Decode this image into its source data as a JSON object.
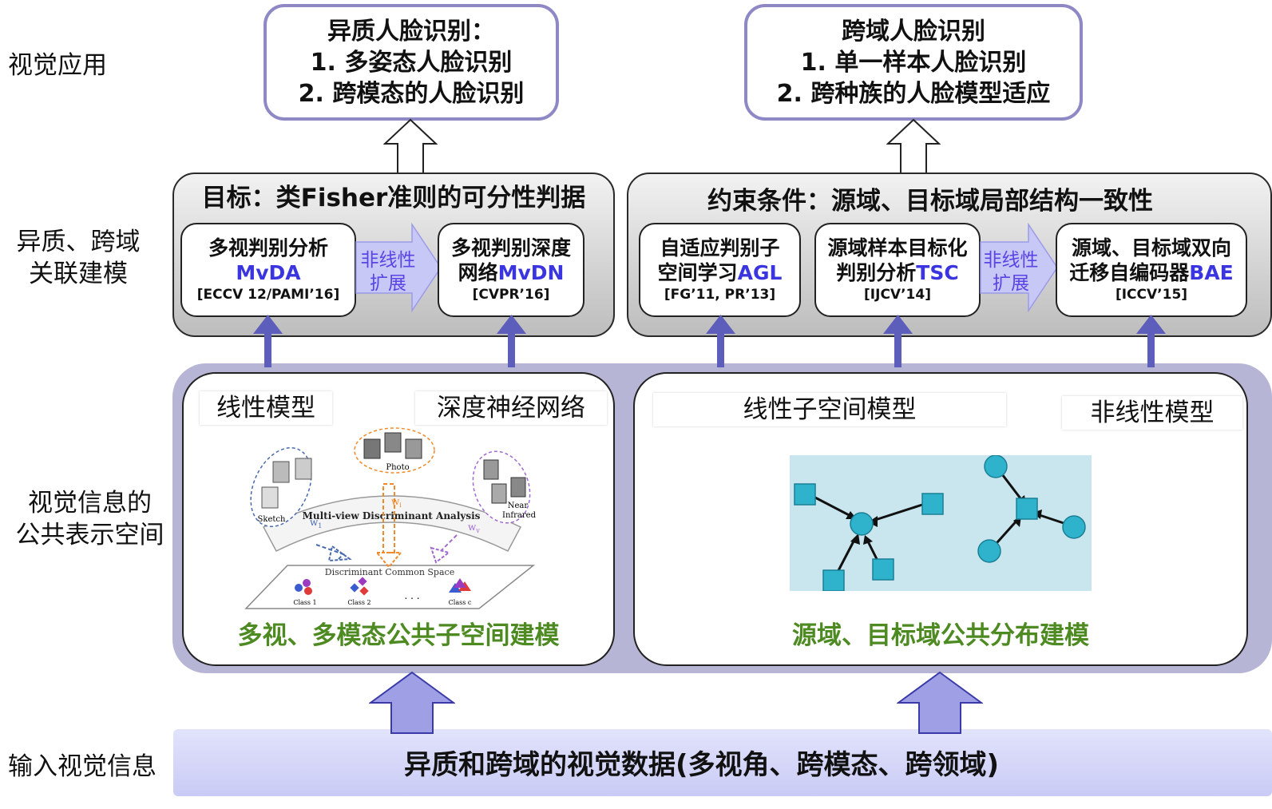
{
  "row_labels": {
    "app": "视觉应用",
    "model_line1": "异质、跨域",
    "model_line2": "关联建模",
    "space_line1": "视觉信息的",
    "space_line2": "公共表示空间",
    "input": "输入视觉信息"
  },
  "applications": [
    {
      "line1": "异质人脸识别：",
      "line2": "1. 多姿态人脸识别",
      "line3": "2. 跨模态的人脸识别"
    },
    {
      "line1": "跨域人脸识别",
      "line2": "1. 单一样本人脸识别",
      "line3": "2. 跨种族的人脸模型适应"
    }
  ],
  "left_box": {
    "title": "目标：类Fisher准则的可分性判据",
    "method1": {
      "name": "多视判别分析",
      "abbr": "MvDA",
      "ref": "[ECCV 12/PAMI’16]"
    },
    "method2": {
      "name_line1": "多视判别深度",
      "name_line2_prefix": "网络",
      "abbr": "MvDN",
      "ref": "[CVPR’16]"
    },
    "ext_line1": "非线性",
    "ext_line2": "扩展"
  },
  "right_box": {
    "title": "约束条件：源域、目标域局部结构一致性",
    "method1": {
      "name_line1": "自适应判别子",
      "name_line2_prefix": "空间学习",
      "abbr": "AGL",
      "ref": "[FG’11, PR’13]"
    },
    "method2": {
      "name_line1": "源域样本目标化",
      "name_line2_prefix": "判别分析",
      "abbr": "TSC",
      "ref": "[IJCV’14]"
    },
    "method3": {
      "name_line1": "源域、目标域双向",
      "name_line2_prefix": "迁移自编码器",
      "abbr": "BAE",
      "ref": "[ICCV’15]"
    },
    "ext_line1": "非线性",
    "ext_line2": "扩展"
  },
  "left_panel": {
    "tag1": "线性模型",
    "tag2": "深度神经网络",
    "caption": "多视、多模态公共子空间建模",
    "figure": {
      "photo": "Photo",
      "sketch": "Sketch",
      "nir_line1": "Near",
      "nir_line2": "Infrared",
      "w1": "w",
      "wi": "w",
      "wv": "w",
      "w1_sub": "1",
      "wi_sub": "i",
      "wv_sub": "v",
      "arc_text": "Multi-view  Discriminant Analysis",
      "space_label": "Discriminant Common Space",
      "class1": "Class 1",
      "class2": "Class 2",
      "classc": "Class c",
      "dots": ". . ."
    }
  },
  "right_panel": {
    "tag1": "线性子空间模型",
    "tag2": "非线性模型",
    "caption": "源域、目标域公共分布建模"
  },
  "input_text": "异质和跨域的视觉数据(多视角、跨模态、跨领域)",
  "colors": {
    "purple_border": "#8e88c4",
    "blue_text": "#3b35e0",
    "green_text": "#4e8a22",
    "arrow_blue": "#5d5dbb",
    "panel_lavender": "#b7b5d6",
    "node_teal": "#2fb2cc"
  }
}
